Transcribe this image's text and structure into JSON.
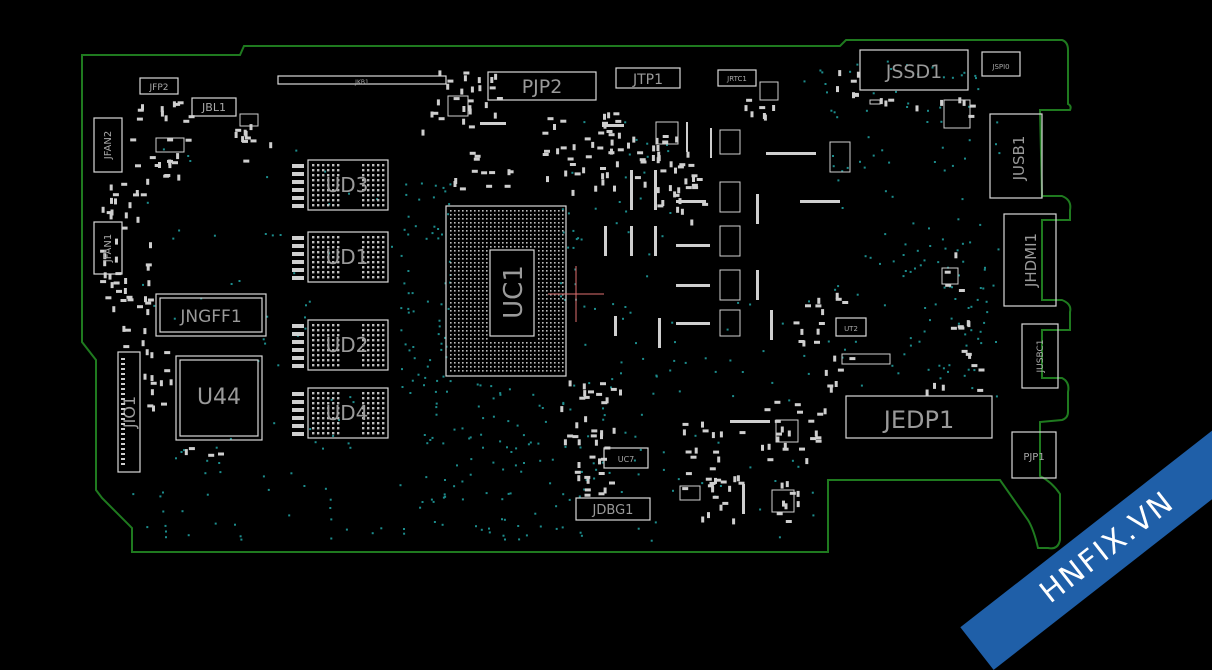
{
  "board": {
    "outline_color": "#1f7a1f",
    "component_color": "#d8d8d8",
    "testpoint_color": "#1c8c8c"
  },
  "components": {
    "ud3": "UD3",
    "ud1": "UD1",
    "ud2": "UD2",
    "ud4": "UD4",
    "uc1": "UC1",
    "u44": "U44",
    "jngff1": "JNGFF1",
    "jio1": "JIO1",
    "jfan2": "JFAN2",
    "jfan1": "JFAN1",
    "jfp2": "JFP2",
    "jbl1": "JBL1",
    "jkb1": "JKB1",
    "pjp2": "PJP2",
    "jtp1": "JTP1",
    "jrtc1": "JRTC1",
    "jssd1": "JSSD1",
    "jspi0": "JSPI0",
    "jusb1": "JUSB1",
    "jhdmi1": "JHDMI1",
    "jusbc1": "JUSBC1",
    "jedp1": "JEDP1",
    "pjp1": "PJP1",
    "ut2": "UT2",
    "uc7": "UC7",
    "jdbg1": "JDBG1"
  },
  "watermark": {
    "text": "HNFIX.VN",
    "color": "#1f5fa8"
  }
}
